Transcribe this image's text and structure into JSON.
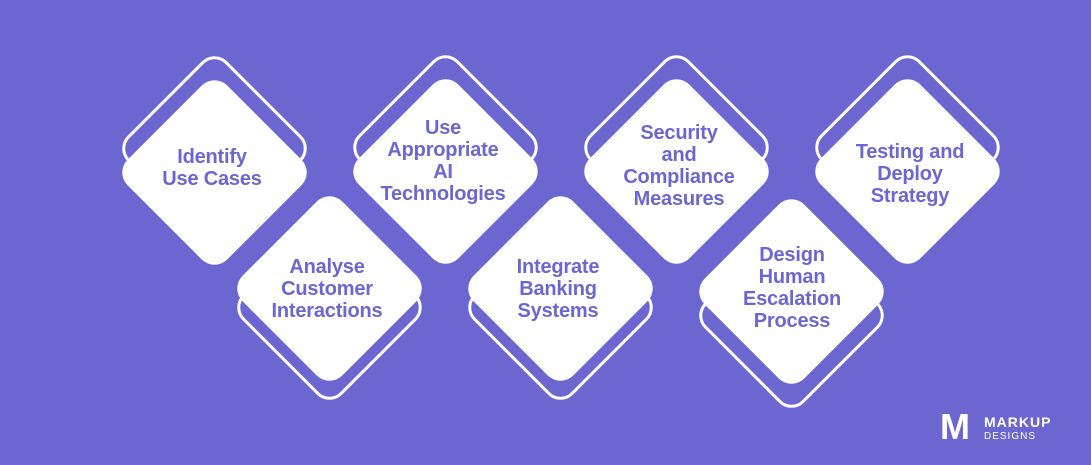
{
  "colors": {
    "background": "#6c66d1",
    "tile": "#ffffff",
    "text": "#6c66d1"
  },
  "steps": [
    {
      "label": "Identify\nUse Cases"
    },
    {
      "label": "Analyse\nCustomer\nInteractions"
    },
    {
      "label": "Use\nAppropriate\nAI\nTechnologies"
    },
    {
      "label": "Integrate\nBanking\nSystems"
    },
    {
      "label": "Security\nand\nCompliance\nMeasures"
    },
    {
      "label": "Design\nHuman\nEscalation\nProcess"
    },
    {
      "label": "Testing and\nDeploy\nStrategy"
    }
  ],
  "logo": {
    "mark": "M",
    "name": "MARKUP",
    "sub": "DESIGNS"
  }
}
